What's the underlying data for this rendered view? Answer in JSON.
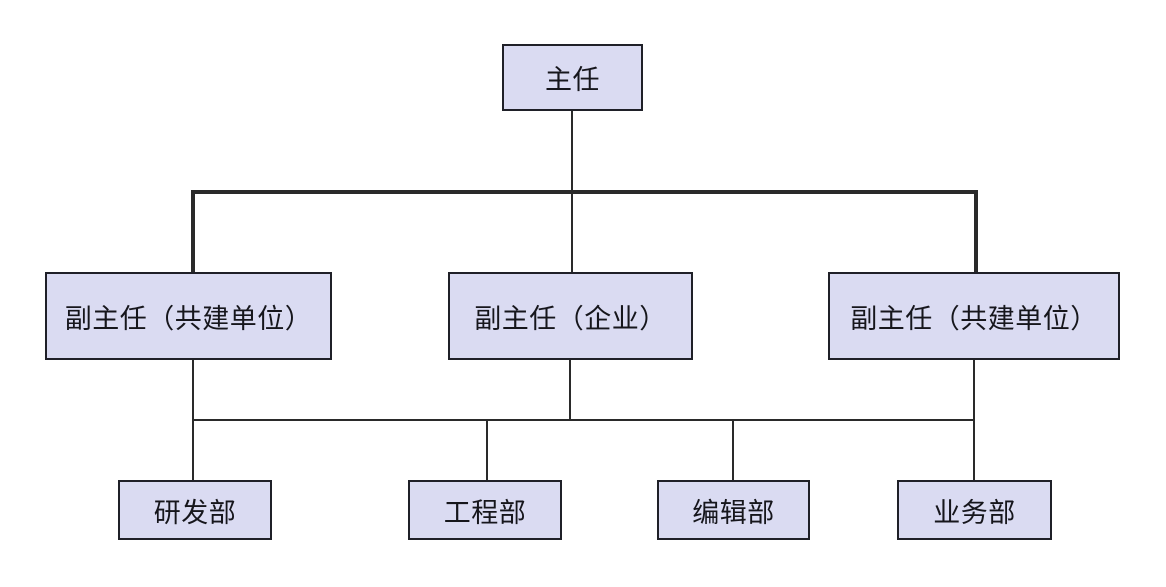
{
  "diagram": {
    "type": "org-chart",
    "nodes": {
      "root": {
        "label": "主任"
      },
      "level2": [
        {
          "label": "副主任（共建单位）"
        },
        {
          "label": "副主任（企业）"
        },
        {
          "label": "副主任（共建单位）"
        }
      ],
      "level3": [
        {
          "label": "研发部"
        },
        {
          "label": "工程部"
        },
        {
          "label": "编辑部"
        },
        {
          "label": "业务部"
        }
      ]
    },
    "colors": {
      "node_fill": "#dadbf2",
      "node_border": "#1f2028",
      "connector": "#2a2a2a",
      "background": "#ffffff"
    }
  }
}
